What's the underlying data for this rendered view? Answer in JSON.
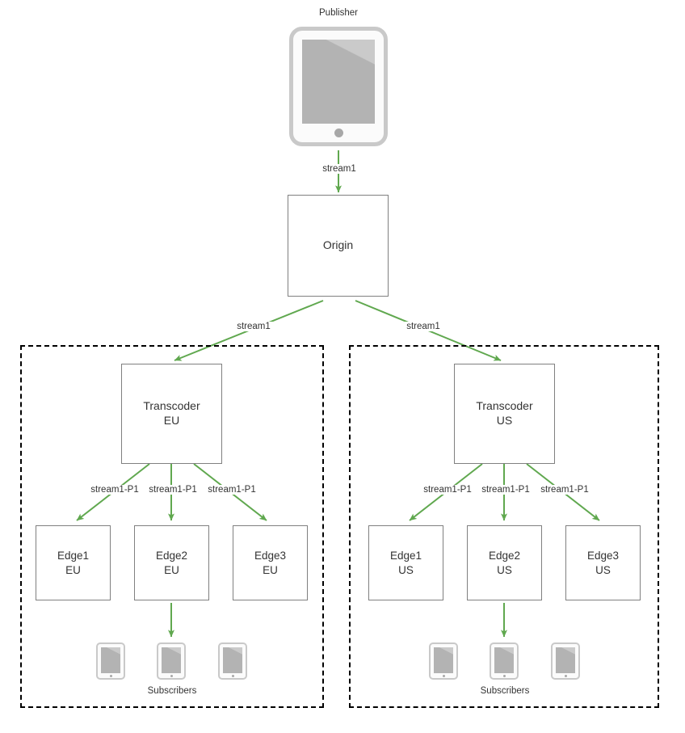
{
  "diagram": {
    "title_caption": "Publisher",
    "colors": {
      "arrow": "#60A84F",
      "box_border": "#808080",
      "region_border": "#000000",
      "text": "#333333",
      "device_border": "#c9c9c9",
      "device_screen": "#b3b3b3"
    },
    "publisher": {
      "caption": "Publisher",
      "device_icon": "tablet-icon"
    },
    "origin": {
      "label": "Origin"
    },
    "edges_top": [
      {
        "label": "stream1",
        "from": "publisher",
        "to": "origin"
      },
      {
        "label": "stream1",
        "from": "origin",
        "to": "transcoder-eu"
      },
      {
        "label": "stream1",
        "from": "origin",
        "to": "transcoder-us"
      }
    ],
    "regions": [
      {
        "id": "eu",
        "transcoder": {
          "label": "Transcoder\nEU",
          "name": "Transcoder",
          "region": "EU"
        },
        "fanout_labels": [
          "stream1-P1",
          "stream1-P1",
          "stream1-P1"
        ],
        "edges": [
          {
            "label": "Edge1\nEU",
            "name": "Edge1",
            "region": "EU"
          },
          {
            "label": "Edge2\nEU",
            "name": "Edge2",
            "region": "EU"
          },
          {
            "label": "Edge3\nEU",
            "name": "Edge3",
            "region": "EU"
          }
        ],
        "subscribers": {
          "caption": "Subscribers",
          "count": 3,
          "device_icon": "tablet-icon"
        }
      },
      {
        "id": "us",
        "transcoder": {
          "label": "Transcoder\nUS",
          "name": "Transcoder",
          "region": "US"
        },
        "fanout_labels": [
          "stream1-P1",
          "stream1-P1",
          "stream1-P1"
        ],
        "edges": [
          {
            "label": "Edge1\nUS",
            "name": "Edge1",
            "region": "US"
          },
          {
            "label": "Edge2\nUS",
            "name": "Edge2",
            "region": "US"
          },
          {
            "label": "Edge3\nUS",
            "name": "Edge3",
            "region": "US"
          }
        ],
        "subscribers": {
          "caption": "Subscribers",
          "count": 3,
          "device_icon": "tablet-icon"
        }
      }
    ]
  }
}
